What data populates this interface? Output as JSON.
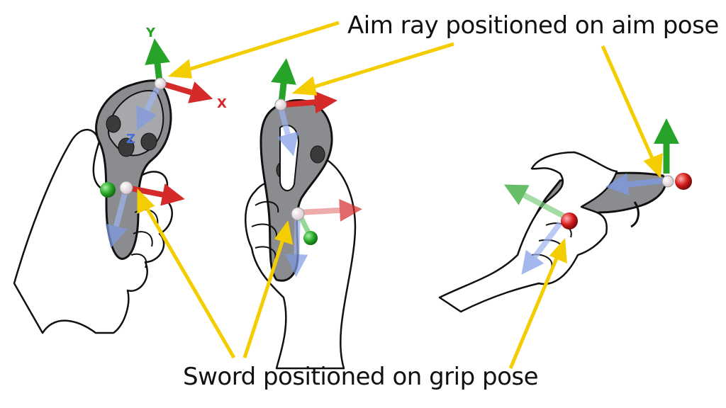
{
  "captions": {
    "aim": "Aim ray positioned on aim pose",
    "grip": "Sword positioned on grip pose"
  },
  "axis_labels": {
    "x": "X",
    "y": "Y",
    "z": "Z"
  },
  "colors": {
    "callout": "#f4cd00",
    "axis_x": "#d42a2a",
    "axis_y": "#27a32a",
    "axis_z": "#6f8fe0",
    "controller": "#8a8c90",
    "outline": "#111111"
  }
}
